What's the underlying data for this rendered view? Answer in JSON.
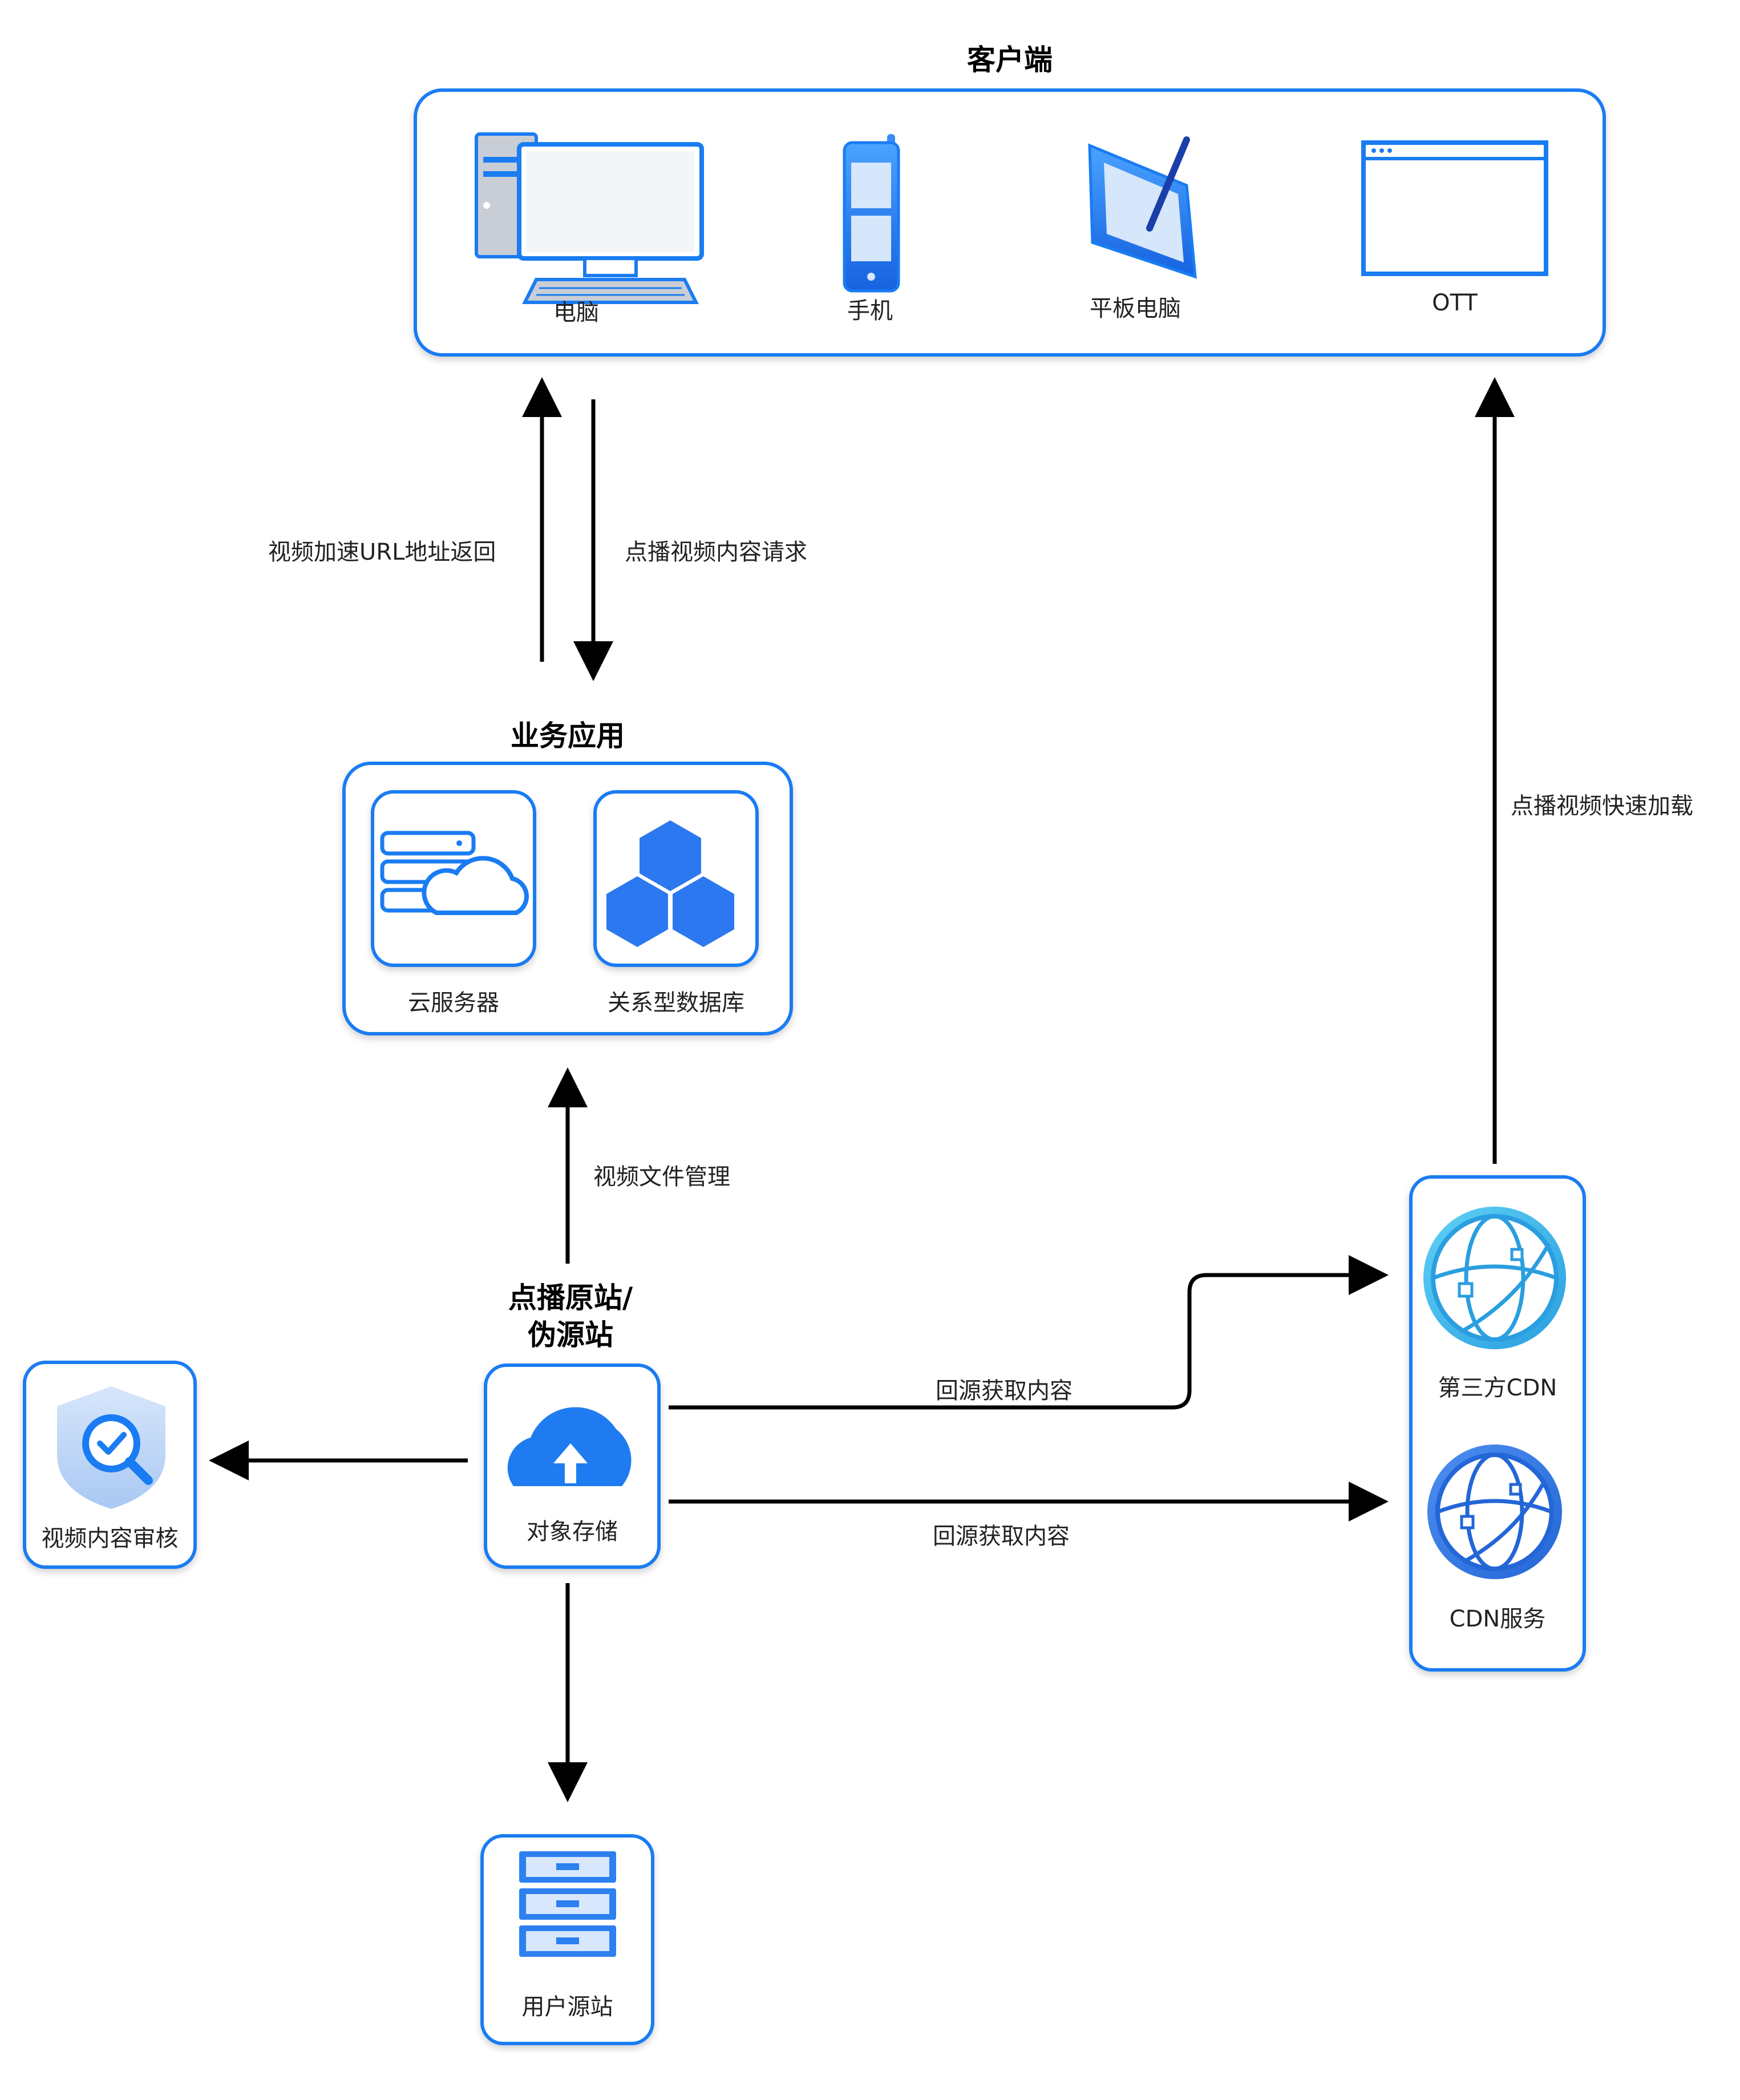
{
  "colors": {
    "accent": "#1a7cf2",
    "arrow": "#000000",
    "text": "#222222"
  },
  "client": {
    "title": "客户端",
    "items": [
      {
        "label": "电脑",
        "icon": "desktop-computer-icon"
      },
      {
        "label": "手机",
        "icon": "mobile-phone-icon"
      },
      {
        "label": "平板电脑",
        "icon": "tablet-icon"
      },
      {
        "label": "OTT",
        "icon": "browser-window-icon"
      }
    ]
  },
  "business": {
    "title": "业务应用",
    "items": [
      {
        "label": "云服务器",
        "icon": "cloud-server-icon"
      },
      {
        "label": "关系型数据库",
        "icon": "relational-database-icon"
      }
    ]
  },
  "origin": {
    "title_line1": "点播原站/",
    "title_line2": "伪源站",
    "item": {
      "label": "对象存储",
      "icon": "object-storage-icon"
    }
  },
  "audit": {
    "label": "视频内容审核",
    "icon": "content-audit-icon"
  },
  "user_origin": {
    "label": "用户源站",
    "icon": "user-origin-server-icon"
  },
  "cdn": {
    "items": [
      {
        "label": "第三方CDN",
        "icon": "third-party-cdn-globe-icon"
      },
      {
        "label": "CDN服务",
        "icon": "cdn-service-globe-icon"
      }
    ]
  },
  "edges": {
    "url_return": "视频加速URL地址返回",
    "vod_request": "点播视频内容请求",
    "fast_load": "点播视频快速加载",
    "file_mgmt": "视频文件管理",
    "back_to_origin_1": "回源获取内容",
    "back_to_origin_2": "回源获取内容"
  }
}
